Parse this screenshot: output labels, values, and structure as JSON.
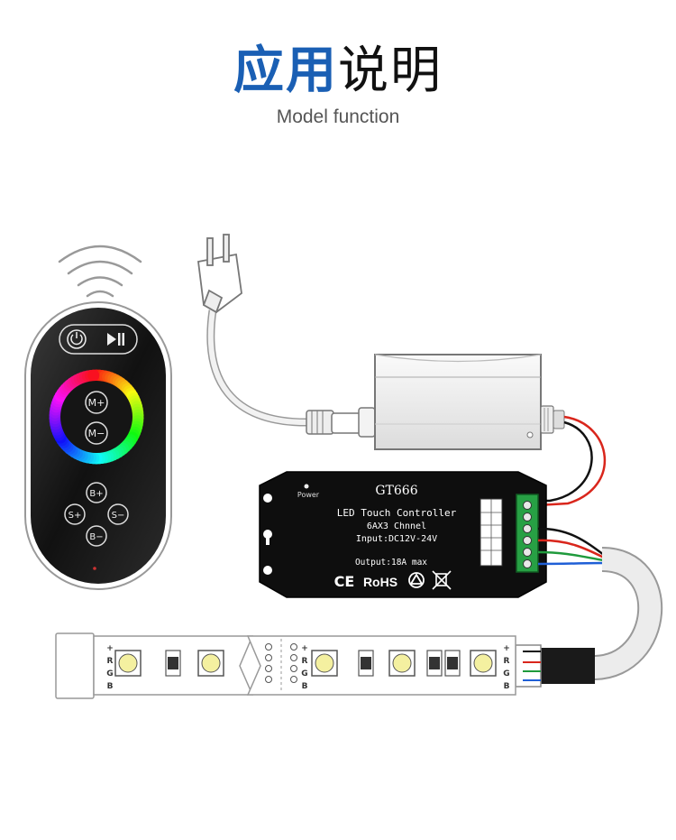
{
  "header": {
    "title_part1": "应用",
    "title_part2": "说明",
    "subtitle": "Model function"
  },
  "remote": {
    "power_icon": "power-icon",
    "play_pause_icon": "play-pause-icon",
    "m_plus": "M+",
    "m_minus": "M−",
    "b_plus": "B+",
    "b_minus": "B−",
    "s_plus": "S+",
    "s_minus": "S−"
  },
  "controller": {
    "model": "GT666",
    "name": "LED Touch Controller",
    "channel": "6AX3 Chnnel",
    "input": "Input:DC12V-24V",
    "output": "Output:18A max",
    "power_label": "Power",
    "ce_mark": "CE",
    "rohs_mark": "RoHS"
  },
  "strip": {
    "pin_labels": [
      "+",
      "R",
      "G",
      "B"
    ]
  },
  "colors": {
    "title_blue": "#1a5fb4",
    "wire_red": "#d9261c",
    "wire_green": "#1f9a3c",
    "wire_blue": "#1f5fd6",
    "led_yellow": "#f4f0a0"
  }
}
